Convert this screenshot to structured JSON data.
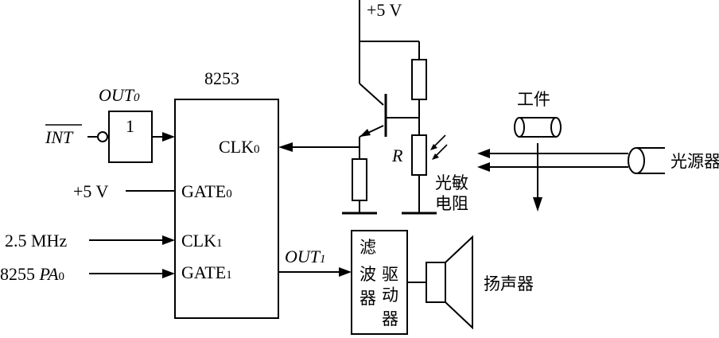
{
  "power_top": "+5 V",
  "chip": {
    "name": "8253",
    "clk0": "CLK",
    "clk0_sub": "0",
    "gate0": "GATE",
    "gate0_sub": "0",
    "clk1": "CLK",
    "clk1_sub": "1",
    "gate1": "GATE",
    "gate1_sub": "1"
  },
  "inverter": {
    "label": "OUT",
    "label_sub": "0",
    "value": "1",
    "input": "INT"
  },
  "inputs": {
    "gate0_supply": "+5 V",
    "clk1_freq": "2.5 MHz",
    "gate1_src": "8255 ",
    "gate1_src_pa": "PA",
    "gate1_src_sub": "0"
  },
  "out1": {
    "label": "OUT",
    "label_sub": "1"
  },
  "resistor_r": "R",
  "photo_resistor": {
    "line1": "光敏",
    "line2": "电阻"
  },
  "workpiece": "工件",
  "light_source": "光源器",
  "filter": {
    "l1": "滤",
    "l2": "波",
    "l3": "器"
  },
  "driver": {
    "l1": "驱",
    "l2": "动",
    "l3": "器"
  },
  "speaker": "扬声器"
}
